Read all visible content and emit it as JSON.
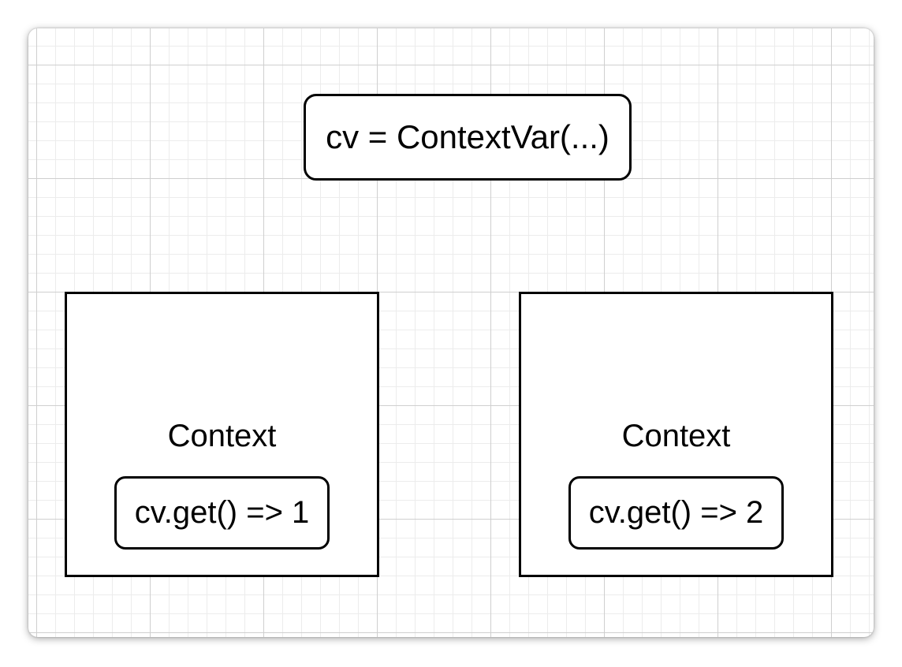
{
  "diagram": {
    "variable_node": {
      "label": "cv = ContextVar(...)"
    },
    "contexts": [
      {
        "title": "Context",
        "value_label": "cv.get() => 1"
      },
      {
        "title": "Context",
        "value_label": "cv.get() => 2"
      }
    ]
  }
}
